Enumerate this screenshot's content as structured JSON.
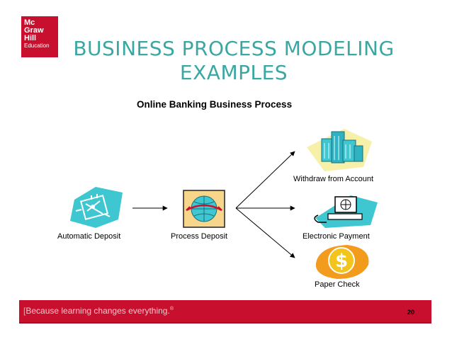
{
  "logo": {
    "line1": "Mc",
    "line2": "Graw",
    "line3": "Hill",
    "line4": "Education"
  },
  "slide": {
    "title_line1": "BUSINESS PROCESS MODELING",
    "title_line2": "EXAMPLES",
    "diagram_title": "Online Banking Business Process"
  },
  "diagram": {
    "nodes": {
      "automatic_deposit": "Automatic Deposit",
      "process_deposit": "Process Deposit",
      "withdraw": "Withdraw from Account",
      "electronic_payment": "Electronic Payment",
      "paper_check": "Paper Check"
    }
  },
  "footer": {
    "tagline": "Because learning changes everything.",
    "trademark": "®",
    "page_number": "20"
  },
  "colors": {
    "brand_red": "#c8102e",
    "title_teal": "#3aa7a3",
    "icon_cyan": "#3fc7d1",
    "icon_yellow": "#f3c41c",
    "icon_orange": "#f39b1c"
  }
}
